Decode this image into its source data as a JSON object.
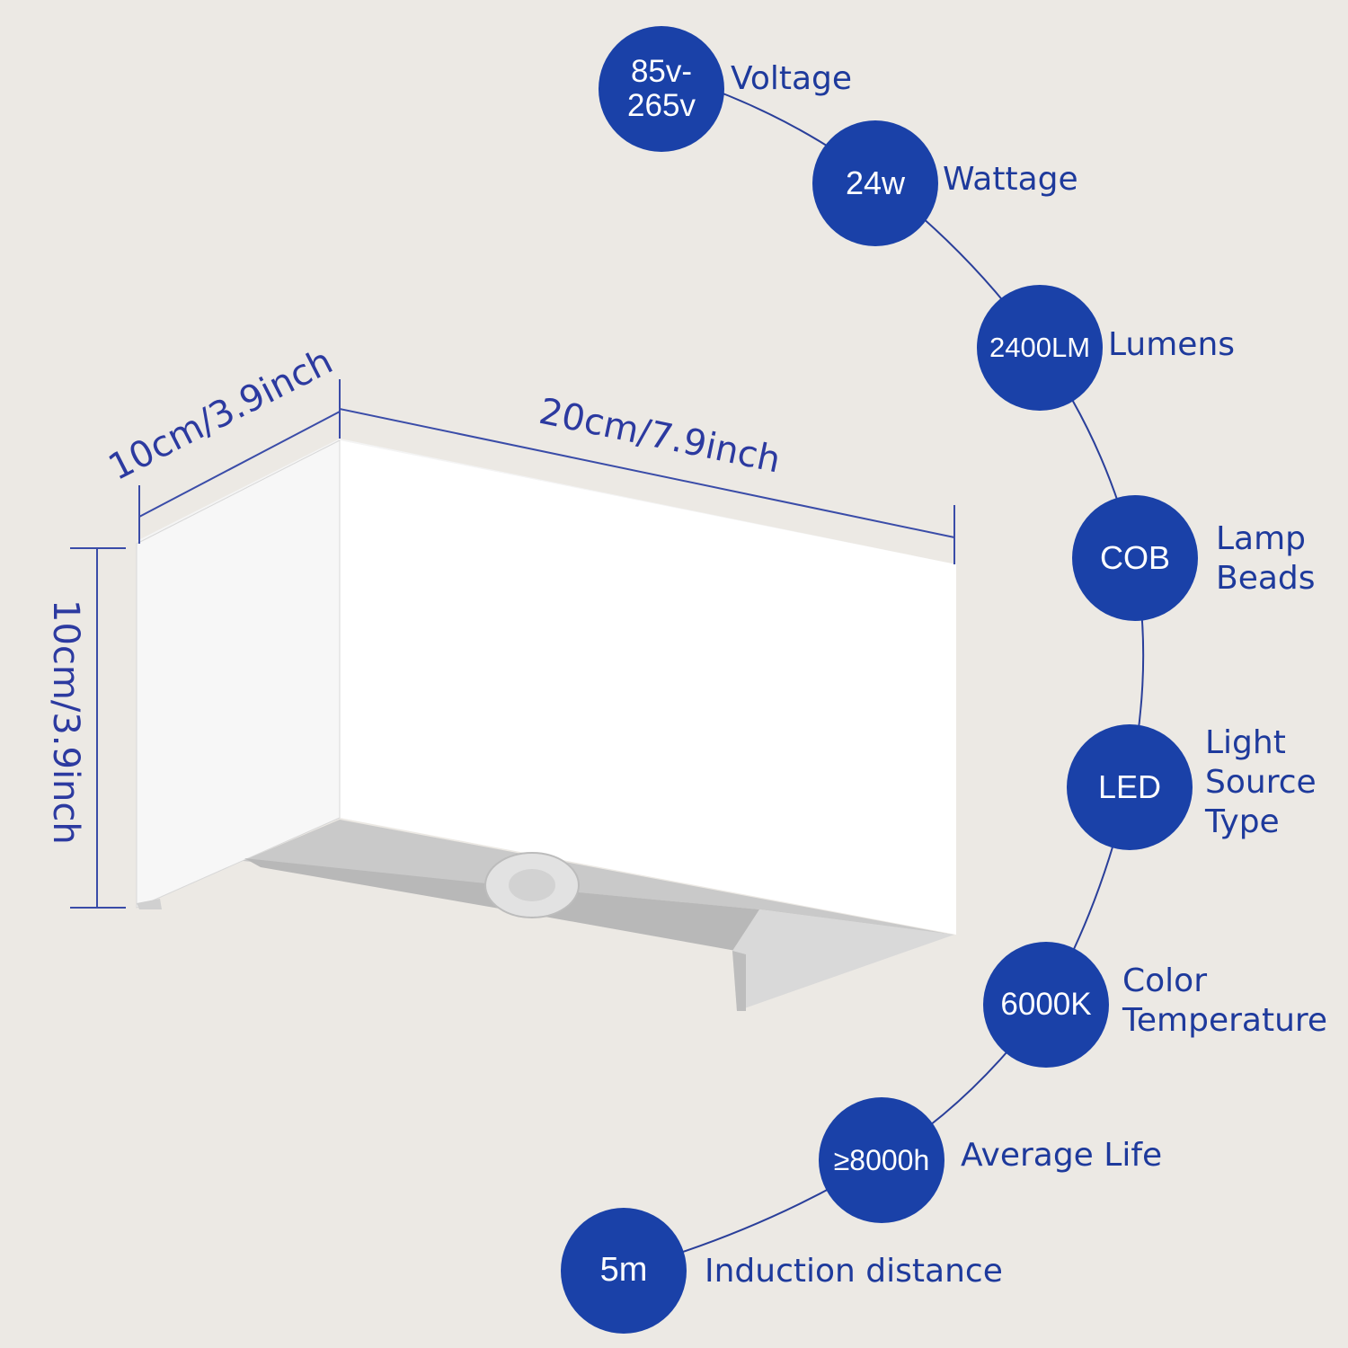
{
  "colors": {
    "badge": "#1a41a8",
    "label": "#1e3a9c",
    "dimension": "#2c3aa0",
    "background": "#ece9e4"
  },
  "dimensions": {
    "depth": "10cm/3.9inch",
    "width": "20cm/7.9inch",
    "height": "10cm/3.9inch"
  },
  "specs": [
    {
      "value": "85v-\n265v",
      "label": "Voltage"
    },
    {
      "value": "24w",
      "label": "Wattage"
    },
    {
      "value": "2400LM",
      "label": "Lumens"
    },
    {
      "value": "COB",
      "label": "Lamp\nBeads"
    },
    {
      "value": "LED",
      "label": "Light\nSource\nType"
    },
    {
      "value": "6000K",
      "label": "Color\nTemperature"
    },
    {
      "value": "≥8000h",
      "label": "Average Life"
    },
    {
      "value": "5m",
      "label": "Induction distance"
    }
  ]
}
